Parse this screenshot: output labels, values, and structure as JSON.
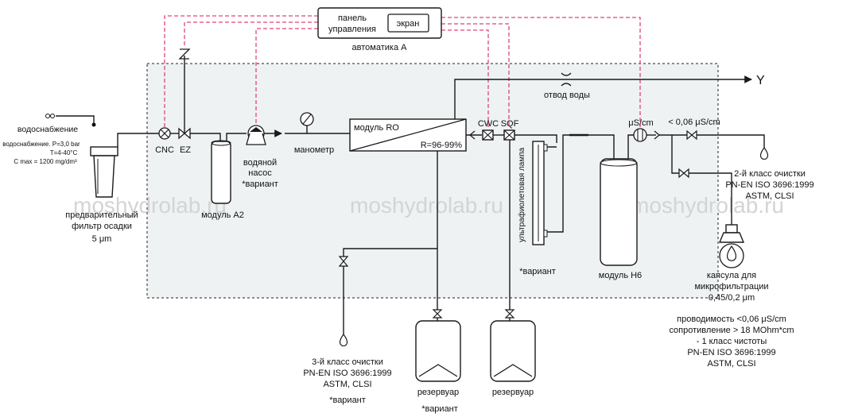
{
  "control_panel": {
    "label_line1": "панель",
    "label_line2": "управления",
    "screen": "экран",
    "automation": "автоматика A"
  },
  "water_supply": {
    "title": "водоснабжение",
    "pressure": "водоснабжение. P=3,0 bar",
    "temperature": "T=4-40°C",
    "cmax": "C max = 1200 mg/dm³"
  },
  "prefilter": {
    "line1": "предварительный",
    "line2": "фильтр осадки",
    "line3": "5 μm"
  },
  "labels": {
    "cnc": "CNC",
    "ez": "EZ",
    "module_a2": "модуль A2",
    "pump_line1": "водяной",
    "pump_line2": "насос",
    "pump_variant": "*вариант",
    "manometer": "манометр",
    "module_ro": "модуль RO",
    "ro_ratio": "R=96-99%",
    "cwc": "CWC",
    "sqf": "SQF",
    "drain": "отвод воды",
    "drain_mark": "Y",
    "us_cm": "μS/cm",
    "limit": "< 0,06 μS/cm",
    "uv_lamp": "ультрафиолетовая лампа",
    "uv_variant": "*вариант",
    "module_h6": "модуль H6"
  },
  "class2": {
    "line1": "2-й класс очистки",
    "line2": "PN-EN ISO 3696:1999",
    "line3": "ASTM, CLSI"
  },
  "capsule": {
    "line1": "капсула для",
    "line2": "микрофильтрации",
    "line3": "0,45/0,2 μm"
  },
  "class1": {
    "line1": "проводимость <0,06 μS/cm",
    "line2": "сопротивление > 18 MOhm*cm",
    "line3": "- 1 класс чистоты",
    "line4": "PN-EN ISO 3696:1999",
    "line5": "ASTM, CLSI"
  },
  "class3": {
    "line1": "3-й класс очистки",
    "line2": "PN-EN ISO 3696:1999",
    "line3": "ASTM, CLSI",
    "line4": "*вариант"
  },
  "reservoir1": {
    "label": "резервуар",
    "variant": "*вариант"
  },
  "reservoir2": {
    "label": "резервуар"
  },
  "watermark": "moshydrolab.ru",
  "colors": {
    "signal": "#e0447c",
    "panel_bg": "#eef2f3",
    "line": "#1a1a1a"
  }
}
